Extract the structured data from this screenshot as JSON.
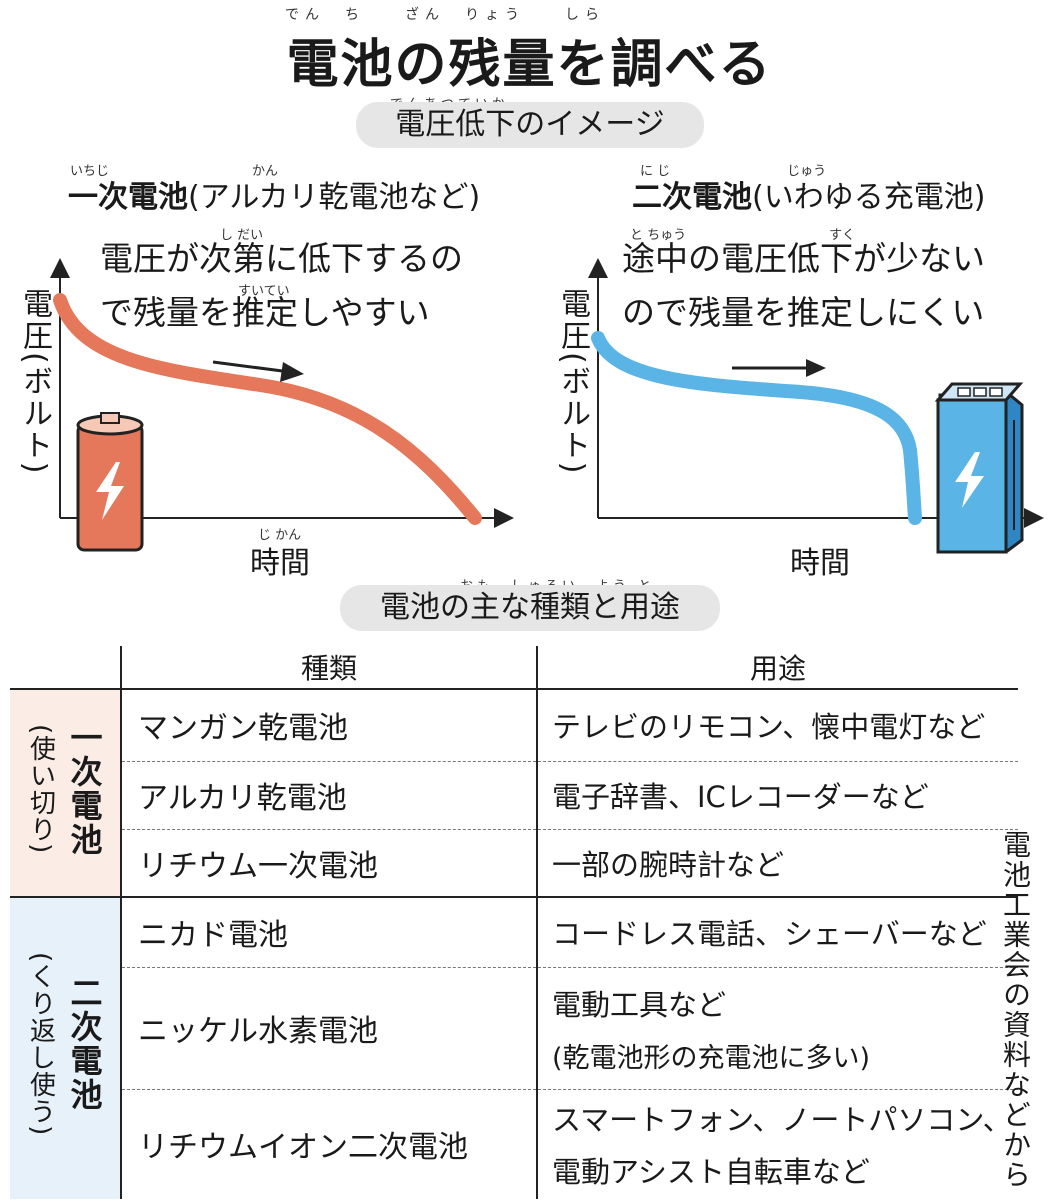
{
  "title": "電池の残量を調べる",
  "title_ruby": "でん　ち　　ざん　りょう　　しら",
  "section1": {
    "label": "電圧低下のイメージ",
    "ruby": "でんあつていか"
  },
  "primary": {
    "ruby": "いちじ　　　　　　　　　　　かん",
    "name": "一次電池",
    "note": "(アルカリ乾電池など)",
    "desc_ruby1": "し だい",
    "desc_line1": "電圧が次第に低下するの",
    "desc_ruby2": "すいてい",
    "desc_line2": "で残量を推定しやすい",
    "y_label": "電圧(ボルト)",
    "x_label": "時間",
    "x_ruby": "じ かん",
    "color": "#e5785a"
  },
  "secondary": {
    "ruby": "に じ　　　　　　　　　じゅう",
    "name": "二次電池",
    "note": "(いわゆる充電池)",
    "desc_ruby1": "と ちゅう　　　　　　　　　　　すく",
    "desc_line1": "途中の電圧低下が少ない",
    "desc_line2": "ので残量を推定しにくい",
    "y_label": "電圧(ボルト)",
    "x_label": "時間",
    "color": "#5ab4e5"
  },
  "section2": {
    "label": "電池の主な種類と用途",
    "ruby": "おも　しゅるい　よう と"
  },
  "table": {
    "headers": [
      "種類",
      "用途"
    ],
    "groups": [
      {
        "name": "一次電池",
        "note": "(使い切り)",
        "rows": [
          {
            "type": "マンガン乾電池",
            "use": "テレビのリモコン、懐中電灯など"
          },
          {
            "type": "アルカリ乾電池",
            "use": "電子辞書、ICレコーダーなど"
          },
          {
            "type": "リチウム一次電池",
            "use": "一部の腕時計など"
          }
        ]
      },
      {
        "name": "二次電池",
        "note": "(くり返し使う)",
        "rows": [
          {
            "type": "ニカド電池",
            "use": "コードレス電話、シェーバーなど"
          },
          {
            "type": "ニッケル水素電池",
            "use": "電動工具など",
            "use2": "(乾電池形の充電池に多い)"
          },
          {
            "type": "リチウムイオン二次電池",
            "use": "スマートフォン、ノートパソコン、",
            "use2": "電動アシスト自転車など"
          }
        ]
      }
    ]
  },
  "source": "電池工業会の資料などから"
}
